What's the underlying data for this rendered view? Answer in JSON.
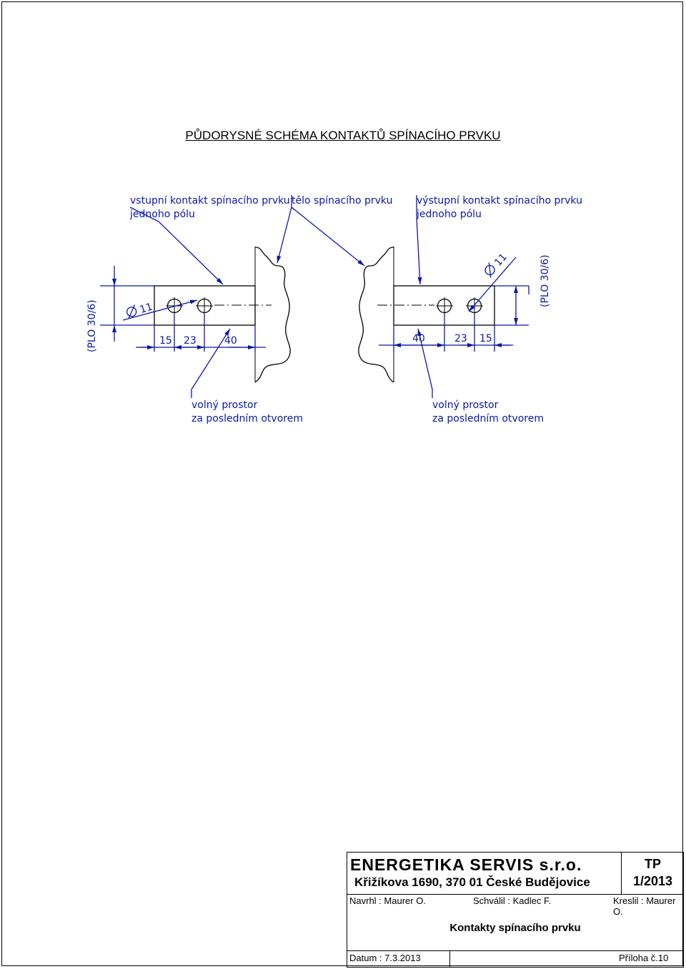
{
  "title": "PŮDORYSNÉ SCHÉMA KONTAKTŮ SPÍNACÍHO PRVKU",
  "labels": {
    "input_contact_line1": "vstupní kontakt spínacího prvku",
    "input_contact_line2": "jednoho pólu",
    "body": "tělo spínacího prvku",
    "output_contact_line1": "výstupní kontakt spínacího prvku",
    "output_contact_line2": "jednoho pólu",
    "free_space_left_line1": "volný prostor",
    "free_space_left_line2": "za posledním otvorem",
    "free_space_right_line1": "volný prostor",
    "free_space_right_line2": "za posledním otvorem"
  },
  "dimensions": {
    "left_profile": "(PLO 30/6)",
    "right_profile": "(PLO 30/6)",
    "left_diameter": "11",
    "right_diameter": "11",
    "left_d1": "15",
    "left_d2": "23",
    "left_d3": "40",
    "right_d1": "40",
    "right_d2": "23",
    "right_d3": "15"
  },
  "title_block": {
    "company": "ENERGETIKA SERVIS s.r.o.",
    "address": "Křižíkova 1690, 370 01 České Budějovice",
    "doc_type": "TP",
    "doc_number": "1/2013",
    "designed_by": "Navrhl : Maurer O.",
    "approved_by": "Schválil : Kadlec F.",
    "drawn_by": "Kreslil  : Maurer O.",
    "drawing_name": "Kontakty spínacího prvku",
    "date": "Datum : 7.3.2013",
    "attachment": "Příloha č.10"
  }
}
